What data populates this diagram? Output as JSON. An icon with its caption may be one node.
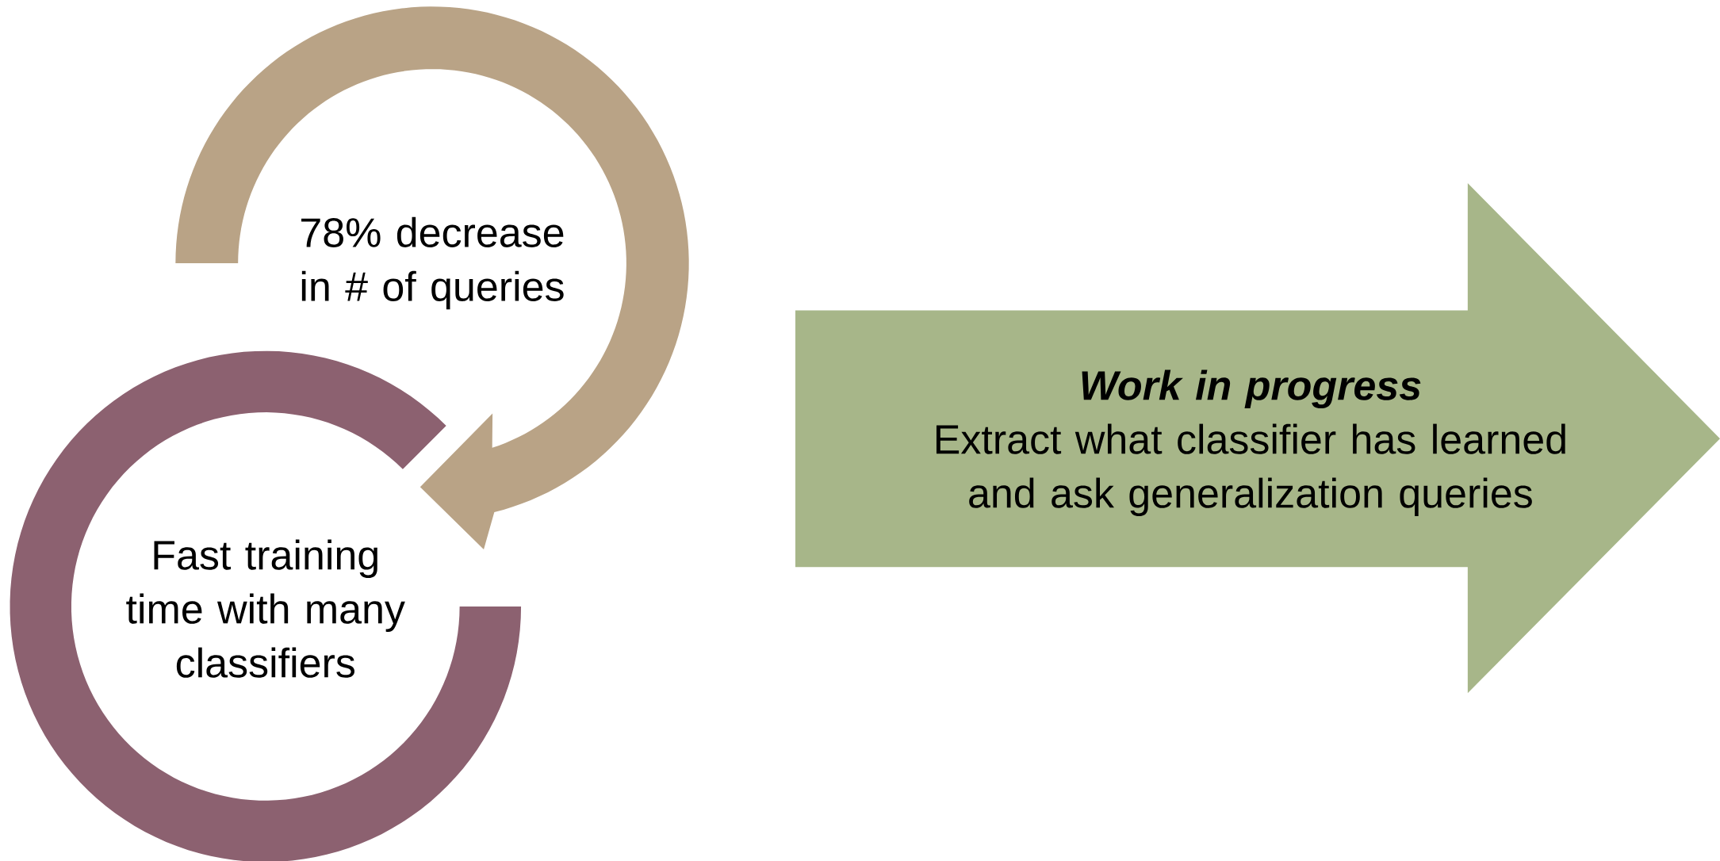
{
  "diagram": {
    "nodes": [
      {
        "text": [
          "78% decrease in # of queries"
        ]
      },
      {
        "text": [
          "Fast training time with many classifiers"
        ]
      },
      {
        "text": [
          "Work in progress",
          "Extract what classifier has learned and ask generalization queries"
        ]
      }
    ]
  }
}
